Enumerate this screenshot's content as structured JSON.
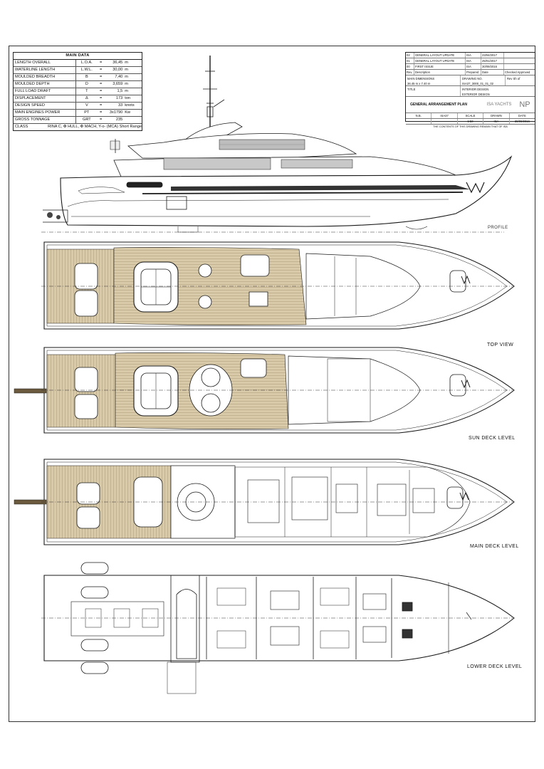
{
  "main_data": {
    "title": "MAIN DATA",
    "rows": [
      {
        "label": "LENGTH OVERALL",
        "symbol": "L.O.A.",
        "eq": "=",
        "value": "36,45",
        "unit": "m"
      },
      {
        "label": "WATERLINE LENGTH",
        "symbol": "L.W.L.",
        "eq": "=",
        "value": "30,00",
        "unit": "m"
      },
      {
        "label": "MOULDED BREADTH",
        "symbol": "B",
        "eq": "=",
        "value": "7,40",
        "unit": "m"
      },
      {
        "label": "MOULDED DEPTH",
        "symbol": "D",
        "eq": "=",
        "value": "3,659",
        "unit": "m"
      },
      {
        "label": "FULL LOAD DRAFT",
        "symbol": "T",
        "eq": "=",
        "value": "1,5",
        "unit": "m"
      },
      {
        "label": "DISPLACEMENT",
        "symbol": "Δ",
        "eq": "=",
        "value": "173",
        "unit": "ton"
      },
      {
        "label": "DESIGN SPEED",
        "symbol": "V",
        "eq": "=",
        "value": "33",
        "unit": "knots"
      },
      {
        "label": "MAIN ENGINES POWER",
        "symbol": "PT",
        "eq": "=",
        "value": "3x1790",
        "unit": "Kw"
      },
      {
        "label": "GROSS TONNAGE",
        "symbol": "GRT",
        "eq": "=",
        "value": "235",
        "unit": ""
      }
    ],
    "class_label": "CLASS",
    "class_value": "RINA C, ✠ HULL, ✠ MACH, Y-o- (MCA) Short Range"
  },
  "title_block": {
    "revisions": [
      {
        "no": "02",
        "desc": "GENERAL LAYOUT UPDATE",
        "by": "ISA",
        "date": "23/04/2017",
        "extra": ""
      },
      {
        "no": "01",
        "desc": "GENERAL LAYOUT UPDATE",
        "by": "ISA",
        "date": "25/01/2017",
        "extra": ""
      },
      {
        "no": "00",
        "desc": "FIRST ISSUE",
        "by": "ISA",
        "date": "30/09/2016",
        "extra": ""
      },
      {
        "no": "Rev.",
        "desc": "Description",
        "by": "Prepared",
        "date": "Date",
        "extra": "Checked  Approved"
      }
    ],
    "dimensions_label": "MAIN DIMENSIONS",
    "dimensions_value": "36.45 m x 7.40 m",
    "drawing_label": "DRAWING NO.",
    "drawing_no": "ISA37_3000_01_01_02",
    "sheet_info": "Rev  Sh  of",
    "interior_design": "INTERIOR DESIGN",
    "exterior_design": "EXTERIOR DESIGN",
    "title_label": "TITLE",
    "plan_title": "GENERAL ARRANGEMENT PLAN",
    "logo_left": "ISA YACHTS",
    "logo_right": "NP",
    "scale_headers": [
      "N.B.",
      "ISA37",
      "SCALE",
      "DRAWN",
      "DATE"
    ],
    "scale_values": [
      "",
      "",
      "1:50",
      "ISA",
      "30/09/2016"
    ],
    "footer_note": "THE CONTENTS OF THIS DRAWING REMAIN THAT OF ISA"
  },
  "levels": {
    "profile": "PROFILE",
    "top_view": "TOP VIEW",
    "sun_deck": "SUN DECK LEVEL",
    "main_deck": "MAIN DECK LEVEL",
    "lower_deck": "LOWER DECK LEVEL"
  },
  "colors": {
    "teak": "#d6c7a4",
    "teak_dark": "#a89572",
    "line": "#1a1a1a",
    "glass": "#9a9a9a",
    "centerline": "#333333"
  }
}
